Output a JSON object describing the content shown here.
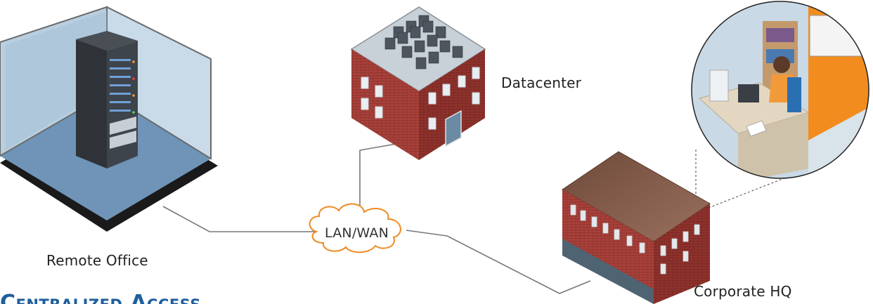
{
  "labels": {
    "remote_office": "Remote Office",
    "datacenter": "Datacenter",
    "corporate_hq": "Corporate HQ",
    "network": "LAN/WAN"
  },
  "heading": "Centralized Access",
  "icons": [
    "remote-office-server-room-icon",
    "datacenter-building-icon",
    "corporate-hq-building-icon",
    "network-cloud-icon",
    "office-worker-zoom-icon"
  ]
}
